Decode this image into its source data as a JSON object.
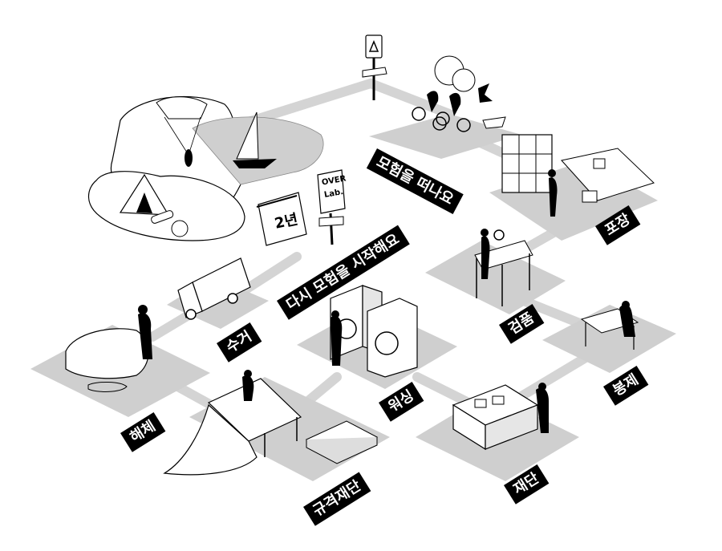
{
  "stations": {
    "adventure_start": "모험을 떠나요",
    "packaging": "포장",
    "inspection": "검품",
    "sewing": "봉제",
    "cutting": "재단",
    "washing": "워싱",
    "standard_cutting": "규격재단",
    "dismantling": "해체",
    "collection": "수거",
    "restart": "다시 모험을 시작해요"
  },
  "calendar": {
    "text": "2년"
  },
  "sign_over": {
    "line1": "OVER",
    "line2": "Lab."
  }
}
